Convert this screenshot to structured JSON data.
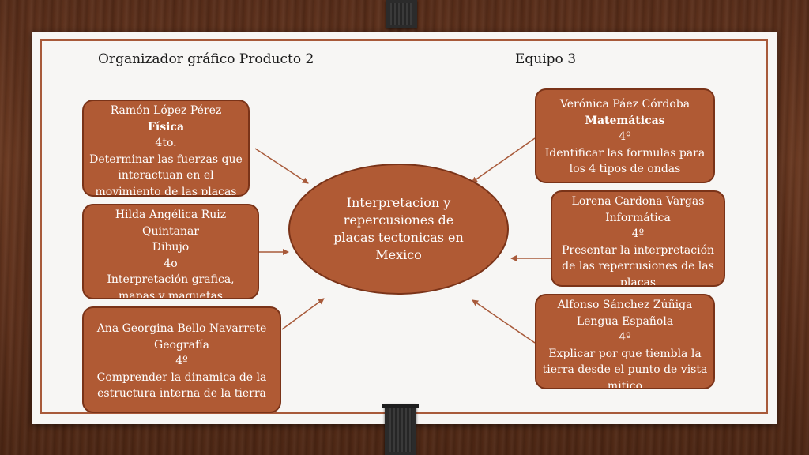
{
  "header": {
    "title": "Organizador gráfico Producto 2",
    "team": "Equipo 3"
  },
  "center": {
    "text": "Interpretacion  y repercusiones  de placas tectonicas en Mexico"
  },
  "nodes": {
    "ramon": {
      "name": "Ramón López Pérez",
      "subject": "Física",
      "grade": "4to.",
      "task": "Determinar las fuerzas que interactuan en el movimiento de las placas"
    },
    "hilda": {
      "name": "Hilda Angélica Ruiz Quintanar",
      "subject": "Dibujo",
      "grade": "4o",
      "task": "Interpretación grafica, mapas y maquetas"
    },
    "ana": {
      "name": "Ana Georgina Bello Navarrete",
      "subject": "Geografía",
      "grade": "4º",
      "task": "Comprender la dinamica de la estructura interna de la tierra"
    },
    "veronica": {
      "name": "Verónica Páez Córdoba",
      "subject": "Matemáticas",
      "grade": "4º",
      "task": "Identificar las formulas para los 4 tipos de ondas"
    },
    "lorena": {
      "name": "Lorena Cardona Vargas",
      "subject": "Informática",
      "grade": "4º",
      "task": "Presentar la interpretación de las repercusiones de las placas"
    },
    "alfonso": {
      "name": "Alfonso Sánchez Zúñiga",
      "subject": "Lengua Española",
      "grade": "4º",
      "task": "Explicar por que tiembla la tierra desde el punto de vista mitico"
    }
  },
  "colors": {
    "box_fill": "#b05a34",
    "box_border": "#7a3318",
    "arrow": "#a85a3a",
    "frame": "#a85a3a"
  }
}
